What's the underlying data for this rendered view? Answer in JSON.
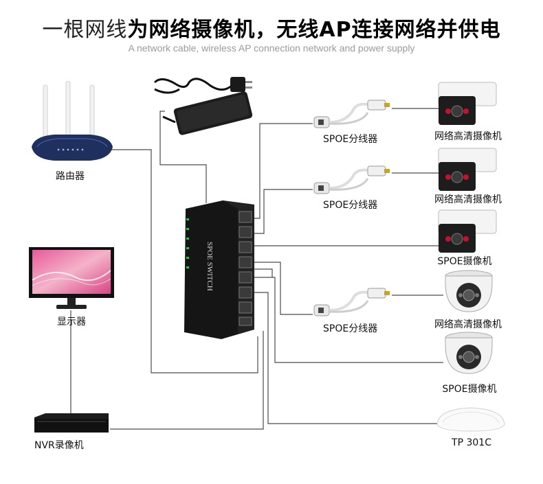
{
  "header": {
    "title_light": "一根网线",
    "title_bold": "为网络摄像机，无线AP连接网络并供电",
    "subtitle": "A network cable, wireless AP connection network and power supply"
  },
  "devices": {
    "router_label": "路由器",
    "monitor_label": "显示器",
    "nvr_label": "NVR录像机",
    "switch_label": "SPOE SWITCH",
    "ap_label": "TP  301C"
  },
  "branches": [
    {
      "splitter_label": "SPOE分线器",
      "camera_label": "网络高清摄像机"
    },
    {
      "splitter_label": "SPOE分线器",
      "camera_label": "网络高清摄像机"
    },
    {
      "splitter_label": "",
      "camera_label": "SPOE摄像机"
    },
    {
      "splitter_label": "SPOE分线器",
      "camera_label": "网络高清摄像机"
    },
    {
      "splitter_label": "",
      "camera_label": "SPOE摄像机"
    }
  ],
  "colors": {
    "wire": "#4a4a4a",
    "router_body": "#1f2f5e",
    "switch_body": "#151515",
    "switch_led": "#2fbf4a",
    "camera_ir": "#c8102e"
  }
}
